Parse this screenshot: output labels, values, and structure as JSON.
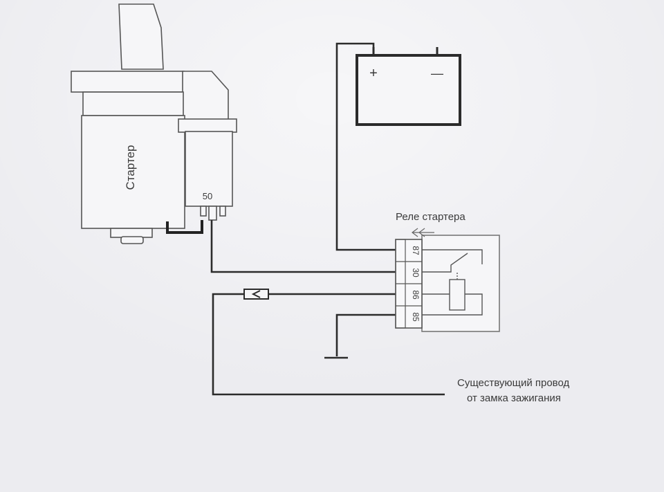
{
  "starter": {
    "label": "Стартер",
    "terminal": "50"
  },
  "battery": {
    "plus": "+",
    "minus": "—"
  },
  "relay": {
    "title": "Реле стартера",
    "pins": [
      "87",
      "30",
      "86",
      "85"
    ]
  },
  "wire_note": {
    "line1": "Существующий провод",
    "line2": "от замка зажигания"
  },
  "colors": {
    "background": "#ececf0",
    "line": "#2b2b2b",
    "outline": "#555555",
    "text": "#3a3a3a"
  }
}
